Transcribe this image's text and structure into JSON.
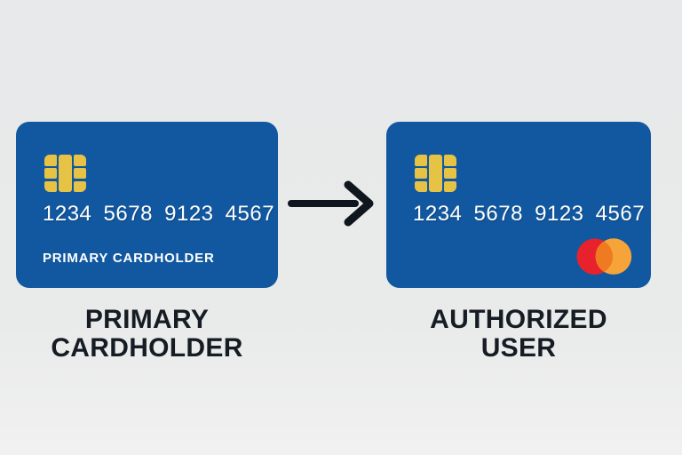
{
  "scene": {
    "background": "#e9eaea"
  },
  "primary_card": {
    "number": "1234 5678 9123 4567",
    "name_on_card": "PRIMARY CARDHOLDER",
    "caption_line1": "PRIMARY",
    "caption_line2": "CARDHOLDER"
  },
  "authorized_card": {
    "number": "1234 5678 9123 4567",
    "caption_line1": "AUTHORIZED",
    "caption_line2": "USER",
    "network": "mastercard"
  },
  "icons": {
    "chip": "emv-chip",
    "arrow": "arrow-right",
    "network_logo": "mastercard-circles"
  },
  "colors": {
    "card_blue": "#1158a0",
    "chip_gold": "#e6c345",
    "card_text": "#ffffff",
    "caption_text": "#161c23",
    "arrow": "#10161d",
    "mastercard_red": "#e7222c",
    "mastercard_orange": "#f6a43a",
    "mastercard_overlap": "#ef7b20"
  }
}
